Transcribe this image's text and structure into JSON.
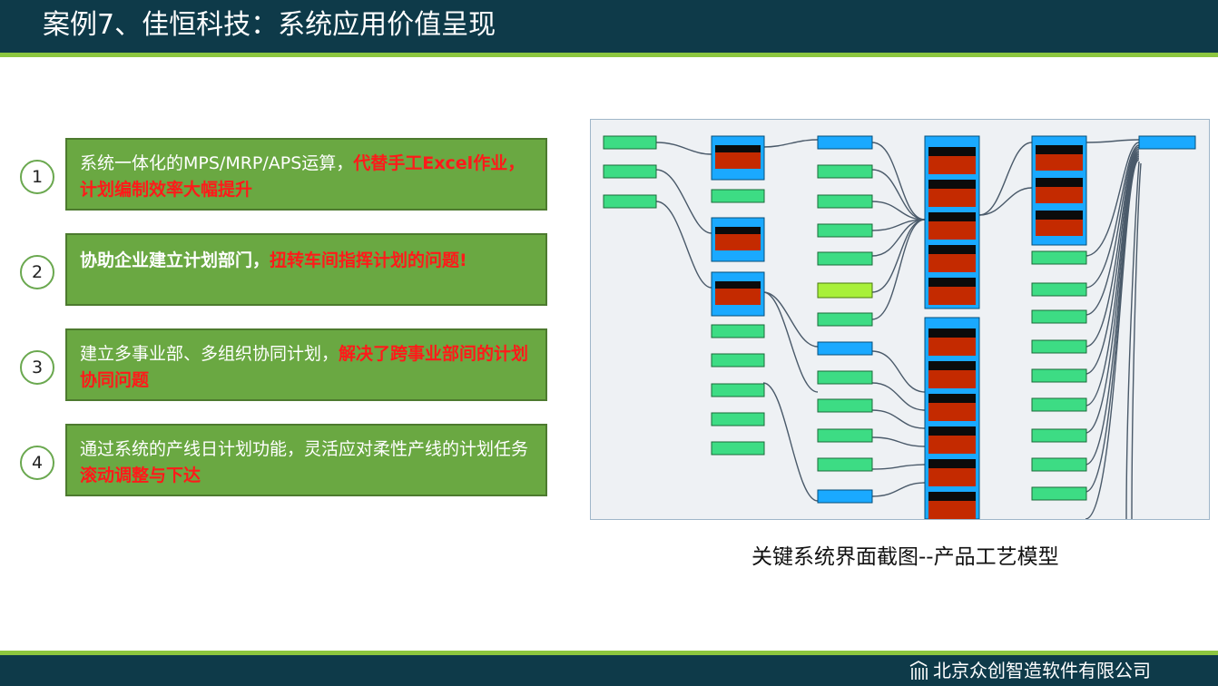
{
  "header": {
    "title": "案例7、佳恒科技：系统应用价值呈现"
  },
  "points": [
    {
      "num": "1",
      "text": "系统一体化的MPS/MRP/APS运算，",
      "highlight": "代替手工Excel作业，计划编制效率大幅提升"
    },
    {
      "num": "2",
      "bold_text": "协助企业建立计划部门，",
      "highlight": "扭转车间指挥计划的问题!"
    },
    {
      "num": "3",
      "text": "建立多事业部、多组织协同计划，",
      "highlight": "解决了跨事业部间的计划协同问题"
    },
    {
      "num": "4",
      "text": "通过系统的产线日计划功能，灵活应对柔性产线的计划任务",
      "highlight": "滚动调整与下达"
    }
  ],
  "caption": "关键系统界面截图--产品工艺模型",
  "footer": {
    "company": "北京众创智造软件有限公司"
  },
  "colors": {
    "header_bg": "#0e3a49",
    "accent_green": "#8cc63f",
    "box_green": "#6aa842",
    "highlight_red": "#ff1a1a"
  }
}
